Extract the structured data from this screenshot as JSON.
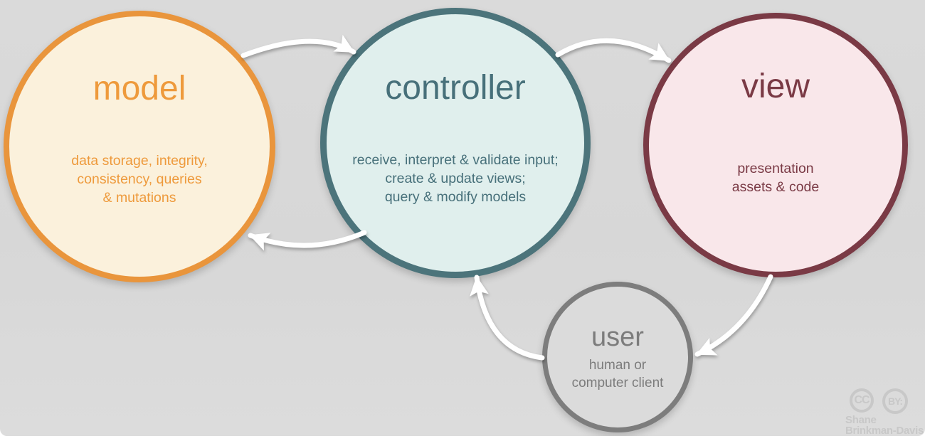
{
  "diagram": {
    "title_semantic": "model-view-controller pattern diagram",
    "background_color": "#d8d8d8",
    "arrow_color": "#ffffff",
    "nodes": [
      {
        "id": "model",
        "title": "model",
        "desc_lines": [
          "data storage, integrity,",
          "consistency, queries",
          "& mutations"
        ],
        "border_color": "#e9953c",
        "fill_color": "#fbf1dc",
        "text_color": "#ee9a3c"
      },
      {
        "id": "controller",
        "title": "controller",
        "desc_lines": [
          "receive, interpret & validate input;",
          "create & update views;",
          "query & modify models"
        ],
        "border_color": "#4c747b",
        "fill_color": "#e0efed",
        "text_color": "#47707a"
      },
      {
        "id": "view",
        "title": "view",
        "desc_lines": [
          "presentation",
          "assets & code"
        ],
        "border_color": "#7a3a45",
        "fill_color": "#f9e7ea",
        "text_color": "#7a3a45"
      },
      {
        "id": "user",
        "title": "user",
        "desc_lines": [
          "human or",
          "computer client"
        ],
        "border_color": "#7d7d7d",
        "fill_color": "#dbdbdb",
        "text_color": "#7c7c7c"
      }
    ],
    "arrows": [
      {
        "from": "model",
        "to": "controller"
      },
      {
        "from": "controller",
        "to": "view"
      },
      {
        "from": "controller",
        "to": "model"
      },
      {
        "from": "view",
        "to": "user"
      },
      {
        "from": "user",
        "to": "controller"
      }
    ],
    "attribution": {
      "cc_badge": "CC",
      "by_badge": "BY:",
      "author_line1": "Shane",
      "author_line2": "Brinkman-Davis",
      "color": "#c8c8c8"
    }
  }
}
